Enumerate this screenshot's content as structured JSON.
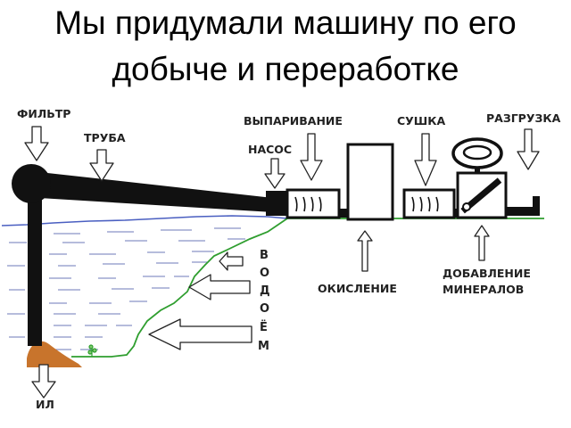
{
  "title": "Мы придумали машину по его добыче и переработке",
  "labels": {
    "filter": "ФИЛЬТР",
    "pipe": "ТРУБА",
    "evaporation": "ВЫПАРИВАНИЕ",
    "pump": "НАСОС",
    "drying": "СУШКА",
    "unloading": "РАЗГРУЗКА",
    "oxidation": "ОКИСЛЕНИЕ",
    "minerals_line1": "ДОБАВЛЕНИЕ",
    "minerals_line2": "МИНЕРАЛОВ",
    "silt": "ИЛ",
    "reservoir_letters": [
      "В",
      "О",
      "Д",
      "О",
      "Ё",
      "М"
    ]
  },
  "colors": {
    "water_line": "#4a5fc1",
    "water_dash": "#8a93c8",
    "shore": "#2f9e2f",
    "silt": "#c8742c",
    "machine": "#111111",
    "arrow_fill": "#ffffff"
  }
}
